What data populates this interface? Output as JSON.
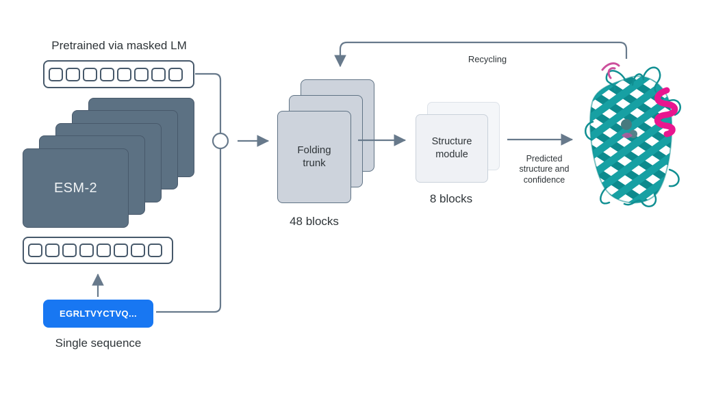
{
  "encoder": {
    "title": "Pretrained via masked LM",
    "model_label": "ESM-2",
    "token_cells_per_row": 8,
    "sequence_button_label": "EGRLTVYCTVQ...",
    "sequence_caption": "Single sequence"
  },
  "trunk": {
    "label": "Folding trunk",
    "blocks_caption": "48 blocks"
  },
  "structure_module": {
    "label": "Structure module",
    "blocks_caption": "8 blocks"
  },
  "recycling": {
    "label": "Recycling"
  },
  "output": {
    "caption": "Predicted structure and confidence"
  },
  "colors": {
    "accent_blue": "#1877f2",
    "esm_card": "#5c7183",
    "trunk_card": "#cdd3dc",
    "structure_card": "#eff1f5",
    "wire": "#67798b",
    "token_border": "#46586a",
    "text": "#2e3438",
    "protein_teal": "#109598",
    "protein_magenta": "#e8168f"
  }
}
